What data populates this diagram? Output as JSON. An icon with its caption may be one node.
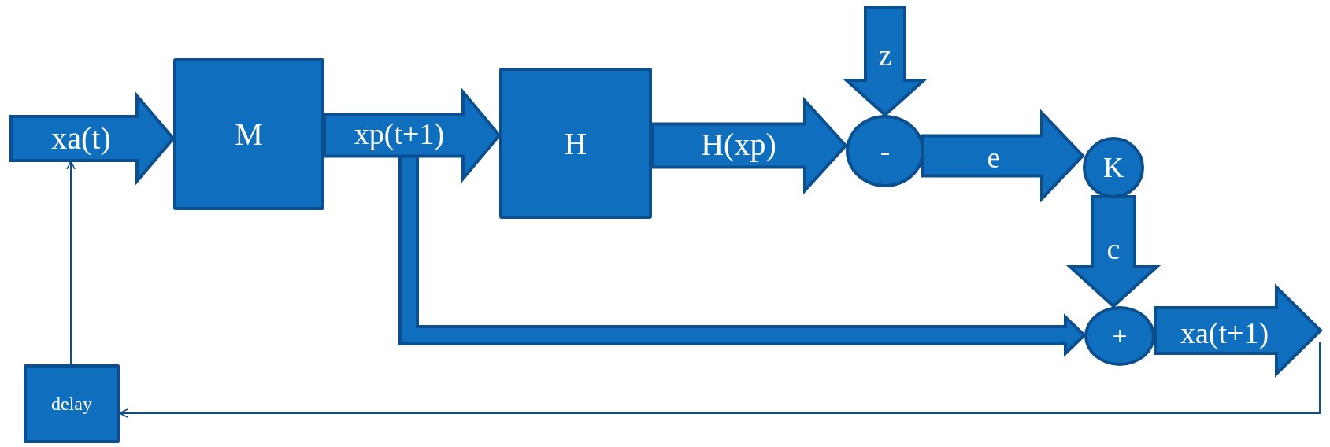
{
  "diagram": {
    "nodes": [
      {
        "text": [
          "M"
        ]
      },
      {
        "text": [
          "H"
        ]
      },
      {
        "text": [
          "-"
        ]
      },
      {
        "text": [
          "K"
        ]
      },
      {
        "text": [
          "+"
        ]
      },
      {
        "text": [
          "delay"
        ]
      }
    ],
    "edges": [
      {
        "from": null,
        "to": 0,
        "arrow": "to",
        "label": "xa(t)",
        "style": "thick"
      },
      {
        "from": 0,
        "to": 1,
        "arrow": "to",
        "label": "xp(t+1)",
        "style": "thick"
      },
      {
        "from": 1,
        "to": 2,
        "arrow": "to",
        "label": "H(xp)",
        "style": "thick"
      },
      {
        "from": null,
        "to": 2,
        "arrow": "to",
        "label": "z",
        "style": "thick"
      },
      {
        "from": 2,
        "to": 3,
        "arrow": "to",
        "label": "e",
        "style": "thick"
      },
      {
        "from": 3,
        "to": 4,
        "arrow": "to",
        "label": "c",
        "style": "thick"
      },
      {
        "from": 4,
        "to": null,
        "arrow": "to",
        "label": "xa(t+1)",
        "style": "thick"
      },
      {
        "from": 0,
        "to": 4,
        "arrow": "to",
        "style": "thick"
      },
      {
        "from": null,
        "to": 5,
        "arrow": "to"
      },
      {
        "from": 5,
        "to": null,
        "arrow": "to"
      }
    ]
  }
}
